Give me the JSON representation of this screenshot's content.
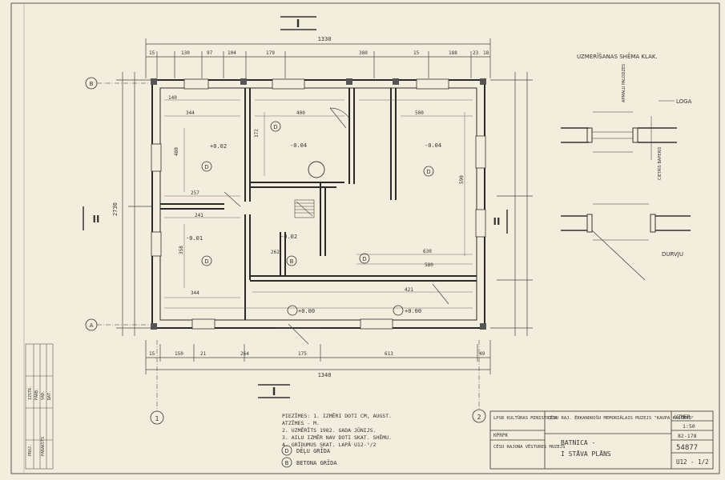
{
  "sheet": {
    "section_marker": "I",
    "side_marker": "II",
    "top_dimension_total": "1330",
    "bottom_dimension_total": "1340",
    "left_dimension_total": "2730"
  },
  "top_dimensions": [
    "15",
    "130",
    "97",
    "104",
    "179",
    "380",
    "15",
    "188",
    "23",
    "18"
  ],
  "bottom_dimensions": [
    "15",
    "150",
    "21",
    "264",
    "175",
    "613",
    "49"
  ],
  "rooms": {
    "r1": {
      "label": "D",
      "area": "+0.02",
      "dim_a": "344",
      "dim_b": "480",
      "dim_c": "140",
      "dim_d": "257"
    },
    "r2": {
      "label": "D",
      "area": "-0.04",
      "dim_a": "400",
      "dim_b": "372"
    },
    "r3": {
      "label": "D",
      "area": "-0.04",
      "dim_a": "500",
      "dim_b": "590"
    },
    "r4": {
      "label": "D",
      "area": "-0.01",
      "dim_a": "241",
      "dim_b": "358",
      "dim_c": "344"
    },
    "r5": {
      "label": "B",
      "area": "-0.02",
      "dim_a": "262"
    },
    "r6": {
      "label": "D",
      "dim_a": "630",
      "dim_b": "580"
    },
    "r7": {
      "area": "+0.00",
      "dim": "421"
    },
    "r8": {
      "area": "+0.00"
    }
  },
  "axes": {
    "b": "B",
    "a": "A",
    "one": "1",
    "two": "2"
  },
  "detail": {
    "title": "UZMERĪŠANAS SHĒMA KLAK.",
    "label_loga": "LOGA",
    "label_durvju": "DURVJU",
    "label_apmalu": "APMALU PALODZES",
    "label_cietais": "CIETAIS BAPERIS"
  },
  "notes": [
    "PIEZĪMES: 1. IZMĒRI DOTI CM, AUGST.",
    "ATZĪMES - M.",
    "2. UZMĒRĪTS 1982. GADA JŪNIJS.",
    "3. AILU IZMĒR NAV DOTI SKAT. SHĒMU.",
    "4. GRĪDUMUS SKAT. LAPĀ U12-³/2"
  ],
  "legend": [
    {
      "symbol": "D",
      "text": "DĒĻU GRĪDA"
    },
    {
      "symbol": "B",
      "text": "BETONA GRĪDA"
    }
  ],
  "title_block": {
    "org1": "LPSR KULTŪRAS MINISTRIJA",
    "org2": "KPRPK",
    "org3": "CĒSU RAJONA VĒSTURES MUZEJS",
    "project": "CĒSU RAJ. ĒRKANDROŠU MEMORIĀLAIS MUZEJS \"KAUPA KAISENI\"",
    "stage": "UZMER.",
    "scale": "1:50",
    "code": "82-178",
    "sheet_title_1": "BATNICA -",
    "sheet_title_2": "I STĀVA PLĀNS",
    "number": "54877",
    "sheet_no": "U12 - 1/2"
  },
  "side_stamp": [
    "IZSTR.",
    "PĀRB.",
    "VAD.",
    "DAT.",
    "PROJ.",
    "PARAKSTS"
  ]
}
